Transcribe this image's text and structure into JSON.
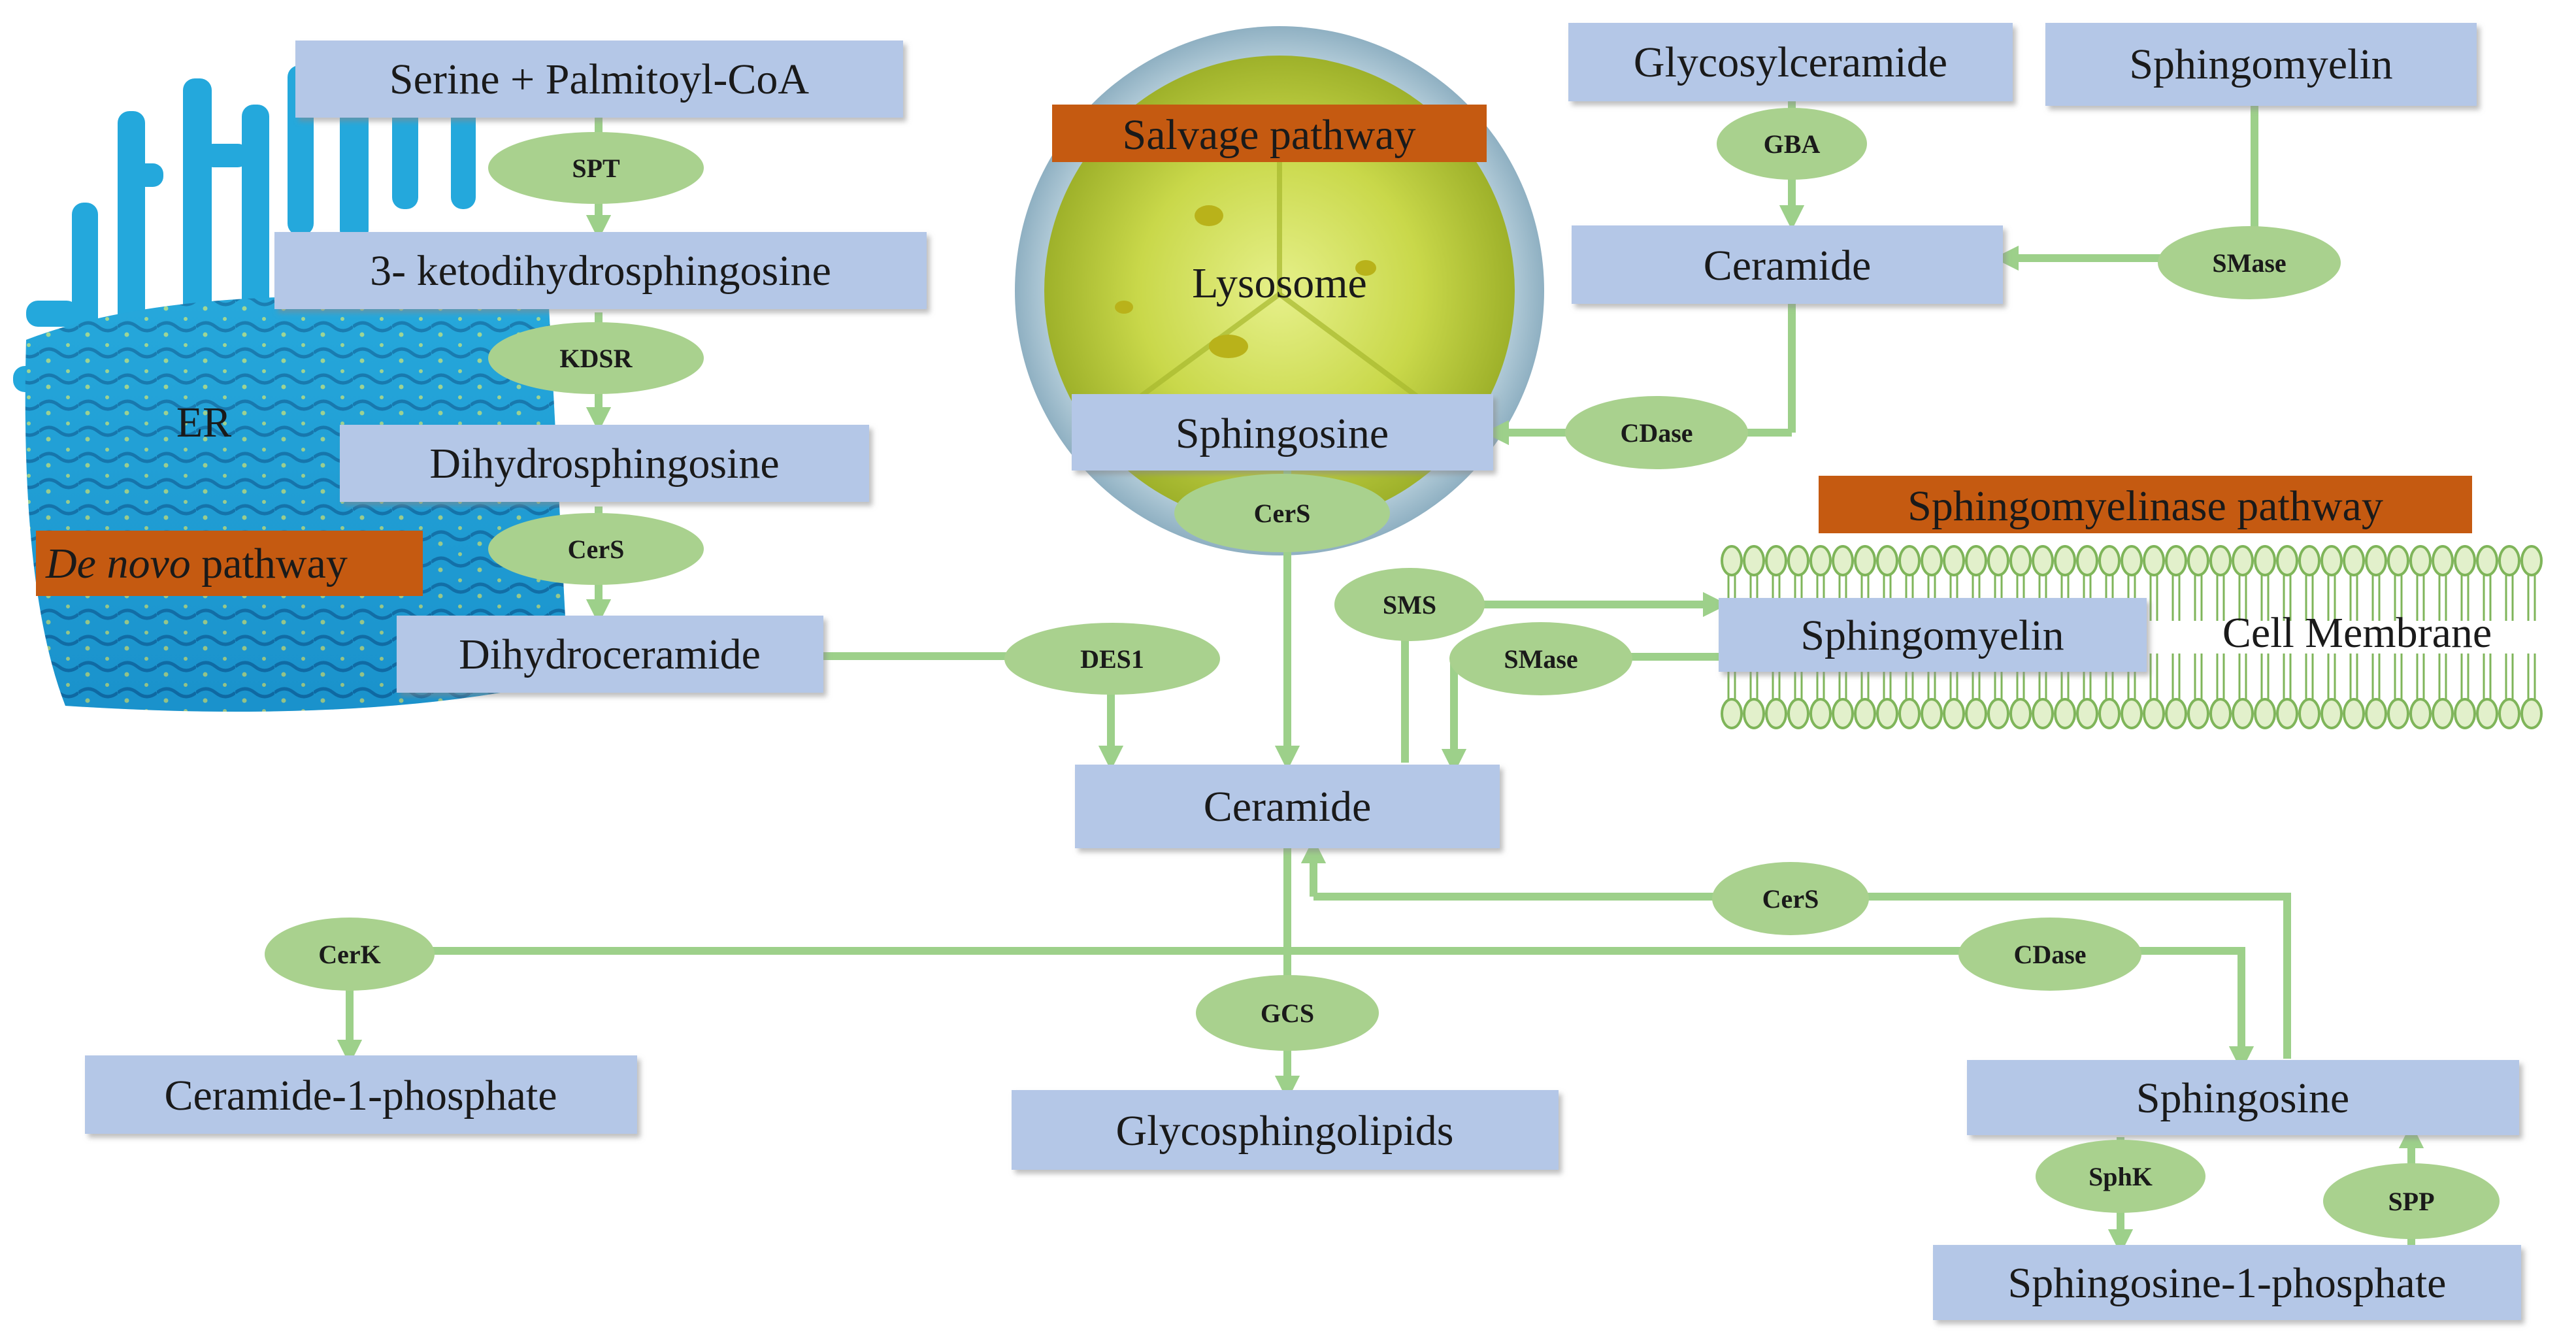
{
  "organelles": {
    "er_label": "ER",
    "lysosome_label": "Lysosome",
    "membrane_label": "Cell Membrane"
  },
  "pathways": {
    "de_novo_italic": "De novo",
    "de_novo_rest": " pathway",
    "salvage": "Salvage pathway",
    "sphingomyelinase": "Sphingomyelinase pathway"
  },
  "metabolites": {
    "serine_palmitoyl": "Serine + Palmitoyl-CoA",
    "ketodihydro": "3- ketodihydrosphingosine",
    "dihydrosphingosine": "Dihydrosphingosine",
    "dihydroceramide": "Dihydroceramide",
    "glycosylceramide": "Glycosylceramide",
    "sphingomyelin_top": "Sphingomyelin",
    "ceramide_top": "Ceramide",
    "sphingosine_lyso": "Sphingosine",
    "sphingomyelin_membrane": "Sphingomyelin",
    "ceramide_center": "Ceramide",
    "ceramide_1_phosphate": "Ceramide-1-phosphate",
    "glycosphingolipids": "Glycosphingolipids",
    "sphingosine_right": "Sphingosine",
    "sphingosine_1_phosphate": "Sphingosine-1-phosphate"
  },
  "enzymes": {
    "spt": "SPT",
    "kdsr": "KDSR",
    "cers_denovo": "CerS",
    "des1": "DES1",
    "gba": "GBA",
    "smase_top": "SMase",
    "cdase_top": "CDase",
    "cers_salvage": "CerS",
    "sms": "SMS",
    "smase_mid": "SMase",
    "cerk": "CerK",
    "gcs": "GCS",
    "cers_right": "CerS",
    "cdase_right": "CDase",
    "sphk": "SphK",
    "spp": "SPP"
  },
  "colors": {
    "box_fill": "#b4c7e7",
    "enzyme_fill": "#a9d18e",
    "connector": "#9dd08a",
    "pathway_label": "#c55a11",
    "er_blue": "#1ea0d0",
    "lysosome_yellow": "#cfe05a"
  }
}
